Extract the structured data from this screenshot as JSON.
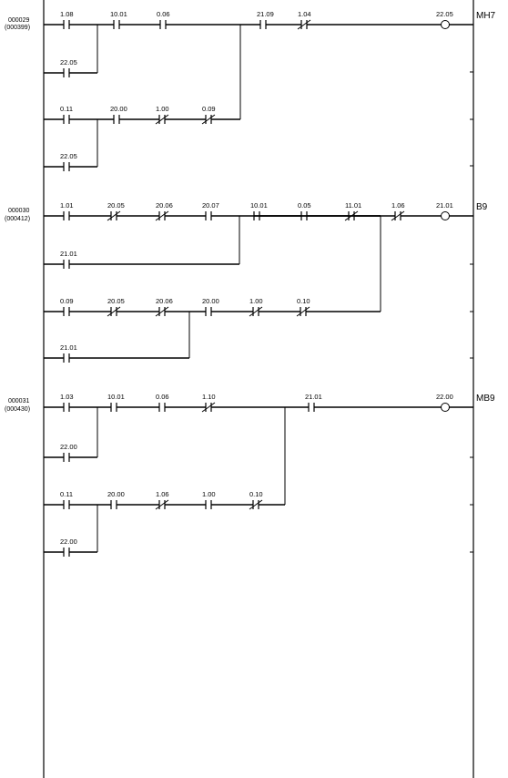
{
  "colors": {
    "line": "#000000",
    "background": "#ffffff"
  },
  "rungs": [
    {
      "step": "000029",
      "address": "(000399)",
      "coil": {
        "label": "22.05",
        "comment": "MH7"
      },
      "branches": [
        {
          "contacts": [
            {
              "label": "1.08",
              "type": "NO"
            },
            {
              "label": "10.01",
              "type": "NO"
            },
            {
              "label": "0.06",
              "type": "NO"
            }
          ]
        },
        {
          "contacts": [
            {
              "label": "22.05",
              "type": "NO"
            }
          ]
        },
        {
          "contacts": [
            {
              "label": "0.11",
              "type": "NO"
            },
            {
              "label": "20.00",
              "type": "NO"
            },
            {
              "label": "1.00",
              "type": "NC"
            },
            {
              "label": "0.09",
              "type": "NC"
            }
          ]
        },
        {
          "contacts": [
            {
              "label": "22.05",
              "type": "NO"
            }
          ]
        }
      ],
      "series": [
        {
          "label": "21.09",
          "type": "NO"
        },
        {
          "label": "1.04",
          "type": "NC"
        }
      ]
    },
    {
      "step": "000030",
      "address": "(000412)",
      "coil": {
        "label": "21.01",
        "comment": "B9"
      },
      "branches": [
        {
          "contacts": [
            {
              "label": "1.01",
              "type": "NO"
            },
            {
              "label": "20.05",
              "type": "NC"
            },
            {
              "label": "20.06",
              "type": "NC"
            },
            {
              "label": "20.07",
              "type": "NO"
            }
          ]
        },
        {
          "contacts": [
            {
              "label": "21.01",
              "type": "NO"
            }
          ]
        },
        {
          "contacts": [
            {
              "label": "0.09",
              "type": "NO"
            },
            {
              "label": "20.05",
              "type": "NC"
            },
            {
              "label": "20.06",
              "type": "NC"
            },
            {
              "label": "20.00",
              "type": "NO"
            },
            {
              "label": "1.00",
              "type": "NC"
            },
            {
              "label": "0.10",
              "type": "NC"
            }
          ]
        },
        {
          "contacts": [
            {
              "label": "21.01",
              "type": "NO"
            }
          ]
        }
      ],
      "series": [
        {
          "label": "10.01",
          "type": "NO"
        },
        {
          "label": "0.05",
          "type": "NO"
        },
        {
          "label": "11.01",
          "type": "NC"
        },
        {
          "label": "1.06",
          "type": "NC"
        }
      ]
    },
    {
      "step": "000031",
      "address": "(000430)",
      "coil": {
        "label": "22.00",
        "comment": "MB9"
      },
      "branches": [
        {
          "contacts": [
            {
              "label": "1.03",
              "type": "NO"
            },
            {
              "label": "10.01",
              "type": "NO"
            },
            {
              "label": "0.06",
              "type": "NO"
            },
            {
              "label": "1.10",
              "type": "NC"
            }
          ]
        },
        {
          "contacts": [
            {
              "label": "22.00",
              "type": "NO"
            }
          ]
        },
        {
          "contacts": [
            {
              "label": "0.11",
              "type": "NO"
            },
            {
              "label": "20.00",
              "type": "NO"
            },
            {
              "label": "1.06",
              "type": "NC"
            },
            {
              "label": "1.00",
              "type": "NO"
            },
            {
              "label": "0.10",
              "type": "NC"
            }
          ]
        },
        {
          "contacts": [
            {
              "label": "22.00",
              "type": "NO"
            }
          ]
        }
      ],
      "series": [
        {
          "label": "21.01",
          "type": "NO"
        }
      ]
    }
  ]
}
